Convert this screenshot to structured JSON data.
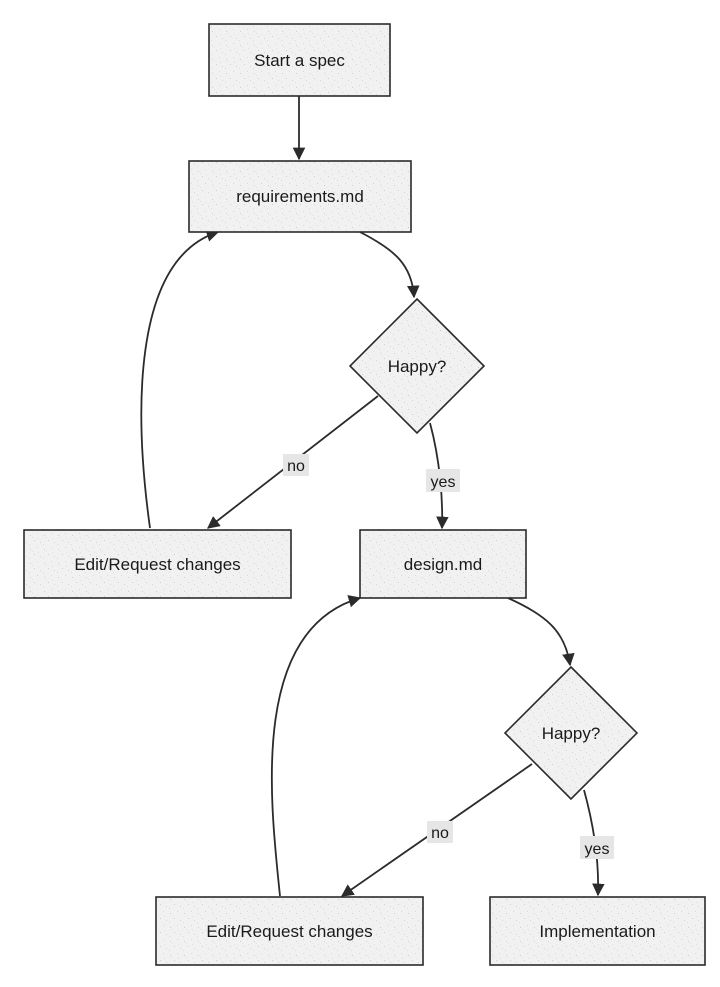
{
  "diagram": {
    "nodes": {
      "start": "Start a spec",
      "requirements": "requirements.md",
      "happy_1": "Happy?",
      "edit_1": "Edit/Request changes",
      "design": "design.md",
      "happy_2": "Happy?",
      "edit_2": "Edit/Request changes",
      "implementation": "Implementation"
    },
    "edge_labels": {
      "no_1": "no",
      "yes_1": "yes",
      "no_2": "no",
      "yes_2": "yes"
    }
  }
}
